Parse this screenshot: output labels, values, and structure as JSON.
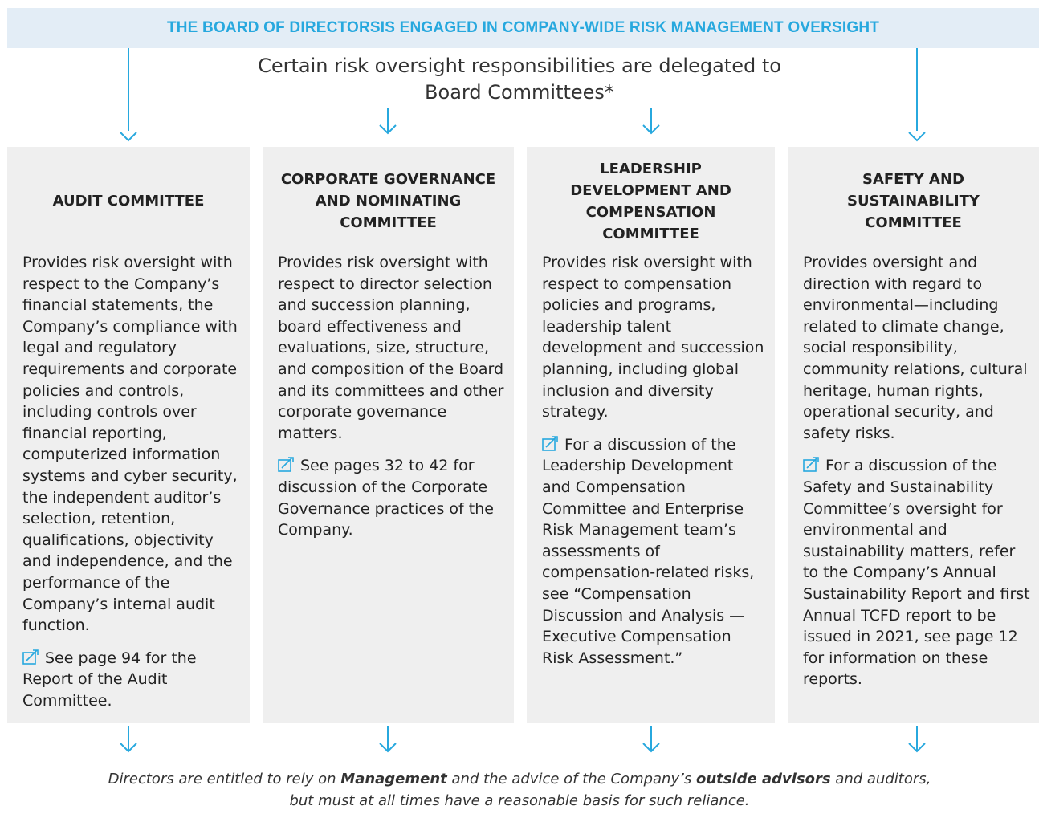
{
  "banner": {
    "before": "THE ",
    "highlight": "BOARD OF DIRECTORS",
    "after": " IS ENGAGED IN COMPANY-WIDE RISK MANAGEMENT OVERSIGHT"
  },
  "subtitle": "Certain risk oversight responsibilities are delegated to Board Committees*",
  "committees": [
    {
      "title": "AUDIT COMMITTEE",
      "description": "Provides risk oversight with respect to the Company’s financial statements, the Company’s compliance with legal and regulatory requirements and corporate policies and controls, including controls over financial reporting, computerized information systems and cyber security, the independent auditor’s selection, retention, qualifications, objectivity and independence, and the performance of the Company’s internal audit function.",
      "reference": "See page 94 for the Report of the Audit Committee."
    },
    {
      "title": "CORPORATE GOVERNANCE AND NOMINATING COMMITTEE",
      "description": "Provides risk oversight with respect to director selection and succession planning, board effectiveness and evaluations, size, structure, and composition of the Board and its committees and other corporate governance matters.",
      "reference": "See pages 32 to 42 for discussion of the Corporate Governance practices of the Company."
    },
    {
      "title": "LEADERSHIP DEVELOPMENT AND COMPENSATION COMMITTEE",
      "description": "Provides risk oversight with respect to compensation policies and programs, leadership talent development and succession planning, including global inclusion and diversity strategy.",
      "reference": "For a discussion of the Leadership Development and Compensation Committee and Enterprise Risk Management team’s assessments of compensation-related risks, see “Compensation Discussion and Analysis — Executive Compensation Risk Assessment.”"
    },
    {
      "title": "SAFETY AND SUSTAINABILITY COMMITTEE",
      "description": "Provides oversight and direction with regard to environmental—including related to climate change, social responsibility, community relations, cultural heritage, human rights, operational security, and safety risks.",
      "reference": "For a discussion of the Safety and Sustainability Committee’s oversight for environmental and sustainability matters, refer to the Company’s Annual Sustainability Report and first Annual TCFD report to be issued in 2021, see page 12 for information on these reports."
    }
  ],
  "footer": {
    "part1": "Directors are entitled to rely on ",
    "bold1": "Management",
    "part2": " and the advice of the Company’s ",
    "bold2": "outside advisors",
    "part3": " and auditors,",
    "line2": "but must at all times have a reasonable basis for such reliance."
  },
  "icons": {
    "arrow": "down-arrow-icon",
    "reference": "external-reference-icon"
  },
  "colors": {
    "accent": "#27a8de",
    "banner_bg": "#e3edf6",
    "box_bg": "#efefef"
  }
}
